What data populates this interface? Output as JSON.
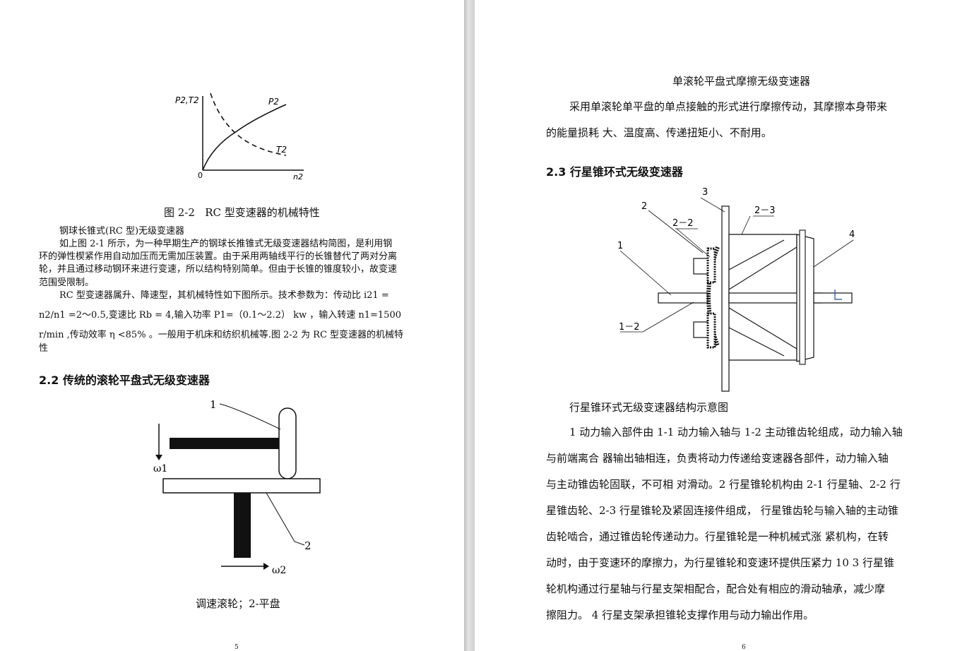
{
  "left_page": {
    "figure_2_2": {
      "y_axis_label": "P2,T2",
      "curve_p2_label": "P2",
      "curve_t2_label": "T2",
      "origin_label": "0",
      "x_axis_label": "n2"
    },
    "figure_2_2_caption": "图 2-2   RC 型变速器的机械特性",
    "paragraph_title": "钢球长锥式(RC 型)无级变速器",
    "para1_line1": "如上图 2-1 所示，为一种早期生产的钢球长推锥式无级变速器结构简图，是利用钢",
    "para1_line2": "环的弹性楔紧作用自动加压而无需加压装置。由于采用两轴线平行的长锥替代了两对分离",
    "para1_line3": "轮，并且通过移动钢环来进行变速，所以结构特别简单。但由于长锥的锥度较小，故变速",
    "para1_line4": "范围受限制。",
    "para2_line1": "RC 型变速器属升、降速型，其机械特性如下图所示。技术参数为：传动比 i21 =",
    "para2_line2": "n2/n1 =2～0.5,变速比 Rb = 4,输入功率 P1=（0.1～2.2） kw ，输入转速 n1=1500",
    "para2_line3": "r/min ,传动效率 η <85% 。一般用于机床和纺织机械等.图 2-2 为 RC 型变速器的机械特",
    "para2_line4": "性",
    "section_heading": "2.2 传统的滚轮平盘式无级变速器",
    "roller_figure": {
      "label_1": "1",
      "label_2": "2",
      "omega1": "ω1",
      "omega2": "ω2"
    },
    "roller_caption": "调速滚轮；2-平盘",
    "page_number": "5"
  },
  "right_page": {
    "title": "单滚轮平盘式摩擦无级变速器",
    "intro_line1": "采用单滚轮单平盘的单点接触的形式进行摩擦传动，其摩擦本身带来",
    "intro_line2": "的能量损耗 大、温度高、传递扭矩小、不耐用。",
    "section_heading": "2.3 行星锥环式无级变速器",
    "planetary_figure": {
      "labels": [
        "1",
        "1－2",
        "2",
        "2－2",
        "3",
        "2－3",
        "4"
      ]
    },
    "figure_caption": "行星锥环式无级变速器结构示意图",
    "body_lines": [
      "1 动力输入部件由 1-1 动力输入轴与 1-2 主动锥齿轮组成，动力输入轴",
      "与前端离合 器输出轴相连，负责将动力传递给变速器各部件，动力输入轴",
      "与主动锥齿轮固联，不可相 对滑动。2 行星锥轮机构由 2-1 行星轴、2-2 行",
      "星锥齿轮、2-3 行星锥轮及紧固连接件组成， 行星锥齿轮与输入轴的主动锥",
      "齿轮啮合，通过锥齿轮传递动力。行星锥轮是一种机械式涨 紧机构，在转",
      "动时，由于变速环的摩擦力，为行星锥轮和变速环提供压紧力 10 3 行星锥",
      "轮机构通过行星轴与行星支架相配合，配合处有相应的滑动轴承，减少摩",
      "擦阻力。 4 行星支架承担锥轮支撑作用与动力输出作用。"
    ],
    "page_number": "6"
  }
}
